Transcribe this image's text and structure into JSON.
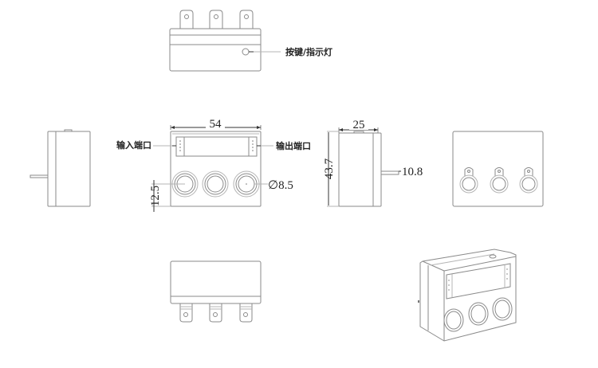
{
  "labels": {
    "button_indicator": "按键/指示灯",
    "input_port": "输入端口",
    "output_port": "输出端口"
  },
  "dimensions": {
    "front_width": "54",
    "side_depth": "25",
    "side_height": "43.7",
    "terminal_length": "10.8",
    "hole_diameter": "∅8.5",
    "hole_offset": "12.5"
  },
  "views": [
    "top-view",
    "left-side-view",
    "front-view",
    "right-side-view",
    "back-view",
    "bottom-view",
    "isometric-view"
  ],
  "colors": {
    "line": "#8a8a8a",
    "text": "#222222",
    "background": "#ffffff"
  }
}
